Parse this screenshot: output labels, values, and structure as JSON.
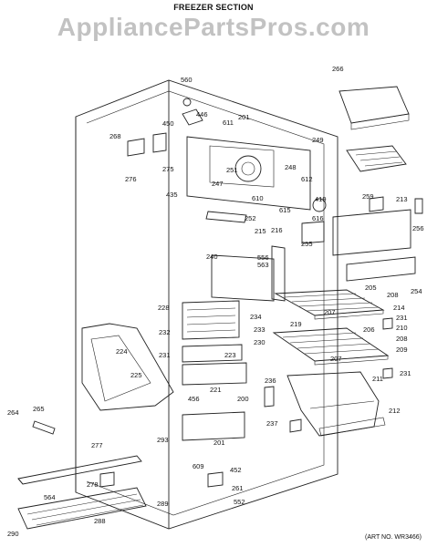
{
  "header": {
    "title": "FREEZER SECTION",
    "watermark": "AppliancePartsPros.com"
  },
  "footer": {
    "art_no": "(ART NO. WR3466)"
  },
  "parts": [
    "560",
    "446",
    "450",
    "611",
    "201",
    "266",
    "268",
    "275",
    "276",
    "251",
    "249",
    "247",
    "248",
    "612",
    "435",
    "610",
    "615",
    "252",
    "419",
    "259",
    "213",
    "256",
    "616",
    "240",
    "216",
    "215",
    "255",
    "556",
    "563",
    "205",
    "208",
    "254",
    "228",
    "234",
    "214",
    "207",
    "231",
    "219",
    "232",
    "233",
    "206",
    "208",
    "210",
    "230",
    "224",
    "231",
    "223",
    "209",
    "207",
    "225",
    "221",
    "456",
    "200",
    "236",
    "211",
    "231",
    "265",
    "264",
    "212",
    "293",
    "201",
    "237",
    "277",
    "609",
    "452",
    "278",
    "261",
    "564",
    "289",
    "552",
    "288",
    "290"
  ]
}
